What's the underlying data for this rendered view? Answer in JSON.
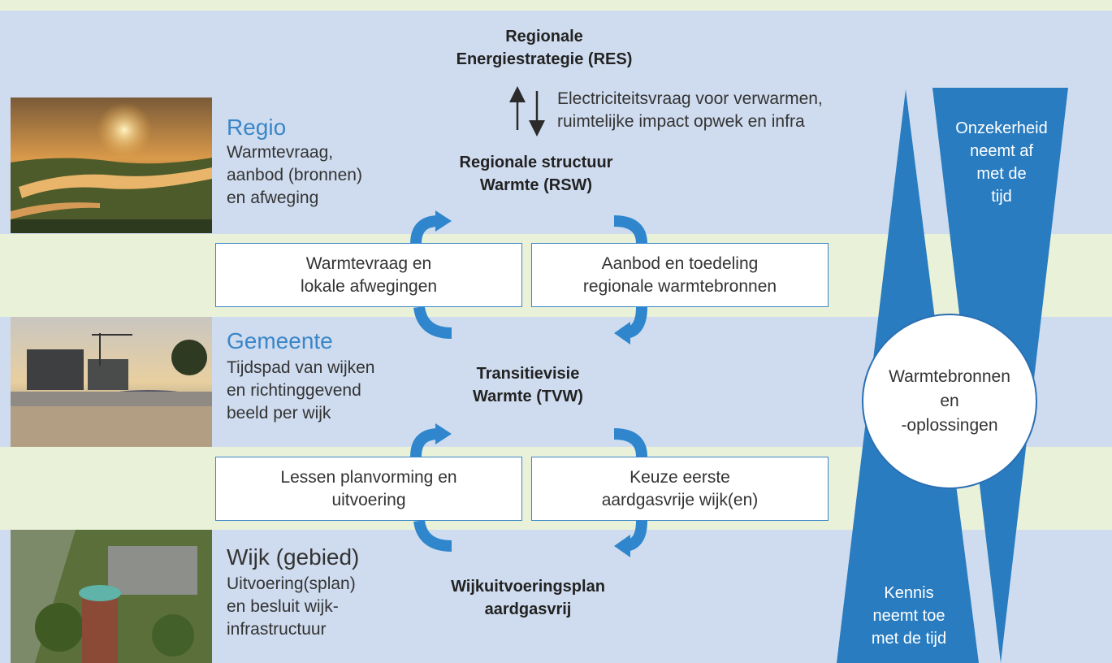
{
  "documents": {
    "res": "Regionale\nEnergiestrategie (RES)",
    "rsw": "Regionale structuur\nWarmte (RSW)",
    "tvw": "Transitievisie\nWarmte (TVW)",
    "wup": "Wijkuitvoeringsplan\naardgasvrij"
  },
  "levels": {
    "regio": {
      "title": "Regio",
      "description": "Warmtevraag,\naanbod (bronnen)\nen afweging"
    },
    "gemeente": {
      "title": "Gemeente",
      "description": "Tijdspad van wijken\nen richtinggevend\nbeeld per wijk"
    },
    "wijk": {
      "title": "Wijk (gebied)",
      "description": "Uitvoering(splan)\nen besluit wijk-\ninfrastructuur"
    }
  },
  "res_link_note": "Electriciteitsvraag voor verwarmen,\nruimtelijke impact opwek en infra",
  "flows": {
    "upper_left": "Warmtevraag en\nlokale afwegingen",
    "upper_right": "Aanbod en toedeling\nregionale warmtebronnen",
    "lower_left": "Lessen planvorming en\nuitvoering",
    "lower_right": "Keuze eerste\naardgasvrije wijk(en)"
  },
  "uncertainty_label": "Onzekerheid\nneemt af\nmet de\ntijd",
  "knowledge_label": "Kennis\nneemt toe\nmet de tijd",
  "center_circle": "Warmtebronnen\nen\n-oplossingen",
  "colors": {
    "band_blue": "#cfdcef",
    "band_green": "#eaf1d9",
    "accent_blue": "#3a86c8",
    "wedge_blue": "#2a7cc0"
  }
}
